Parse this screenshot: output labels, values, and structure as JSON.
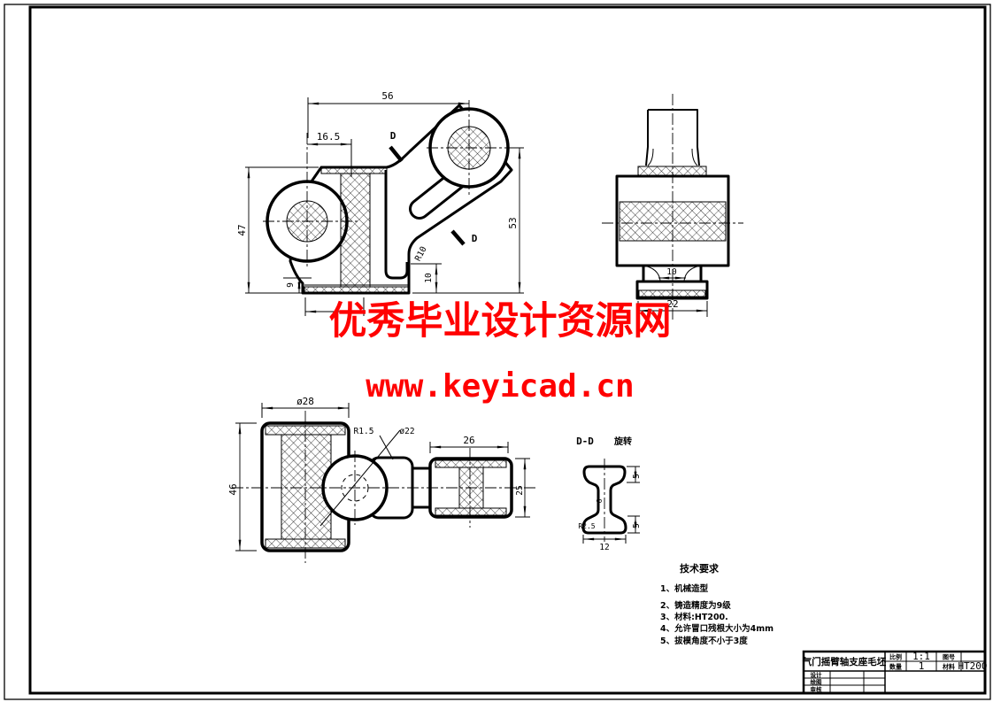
{
  "watermark": {
    "line1": "优秀毕业设计资源网",
    "line2": "www.keyicad.cn",
    "color": "#ff0000"
  },
  "front_view": {
    "dim_width_top": "56",
    "dim_boss_offset": "16.5",
    "dim_height_left": "47",
    "dim_height_right": "53",
    "dim_base_lip": "9",
    "dim_step": "10",
    "fillet_label": "R10",
    "section_letter": "D"
  },
  "side_view": {
    "dim_neck": "10",
    "dim_base": "22"
  },
  "plan_view": {
    "dim_big_dia": "ø28",
    "dim_height": "46",
    "fillet_label": "R1.5",
    "dim_ball_dia": "ø22",
    "dim_small_len": "26",
    "dim_small_dia": "25"
  },
  "section_view": {
    "label": "D-D",
    "sublabel": "旋转",
    "dim_flange_top": "5",
    "dim_flange_bottom": "5",
    "dim_width": "12",
    "dim_web": "6",
    "fillet_label": "R2.5"
  },
  "tech_req": {
    "title": "技术要求",
    "items": [
      "1、机械造型",
      "2、铸造精度为9级",
      "3、材料:HT200.",
      "4、允许冒口残根大小为4mm",
      "5、拔模角度不小于3度"
    ]
  },
  "title_block": {
    "part_name": "气门摇臂轴支座毛坯",
    "scale_label": "比例",
    "scale_value": "1:1",
    "qty_label": "数量",
    "qty_value": "1",
    "drawing_no_label": "图号",
    "drawing_no_value": "",
    "material_label": "材料",
    "material_value": "HT200",
    "sign_rows": [
      "设计",
      "绘图",
      "审核"
    ]
  }
}
